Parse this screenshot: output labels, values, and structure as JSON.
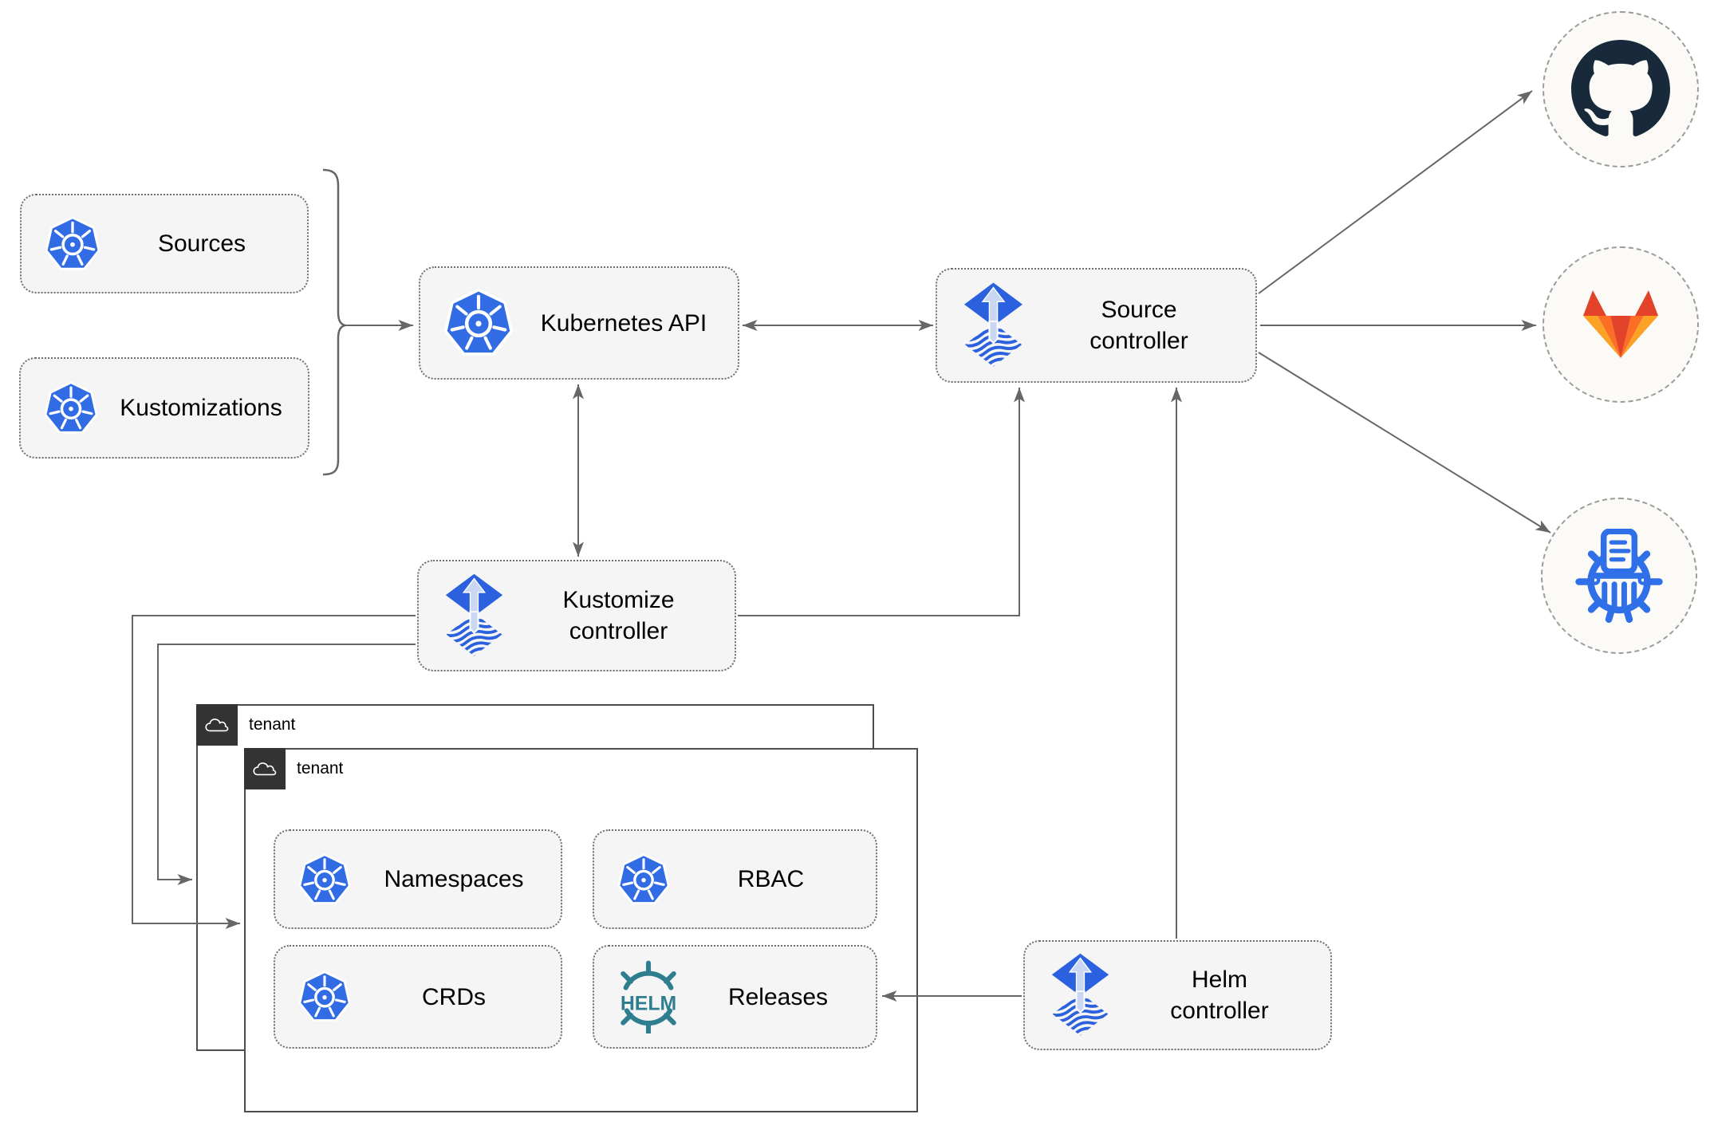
{
  "diagram": {
    "description": "Flux GitOps toolkit architecture diagram",
    "nodes": {
      "sources": {
        "label": "Sources",
        "icon": "kubernetes-logo"
      },
      "kustomizations": {
        "label": "Kustomizations",
        "icon": "kubernetes-logo"
      },
      "kubernetes_api": {
        "label": "Kubernetes API",
        "icon": "kubernetes-logo"
      },
      "source_controller": {
        "label": "Source\ncontroller",
        "icon": "flux-logo"
      },
      "kustomize_controller": {
        "label": "Kustomize\ncontroller",
        "icon": "flux-logo"
      },
      "helm_controller": {
        "label": "Helm\ncontroller",
        "icon": "flux-logo"
      },
      "tenant_back": {
        "label": "tenant",
        "icon": "cloud"
      },
      "tenant_front": {
        "label": "tenant",
        "icon": "cloud"
      },
      "namespaces": {
        "label": "Namespaces",
        "icon": "kubernetes-logo"
      },
      "rbac": {
        "label": "RBAC",
        "icon": "kubernetes-logo"
      },
      "crds": {
        "label": "CRDs",
        "icon": "kubernetes-logo"
      },
      "releases": {
        "label": "Releases",
        "icon": "helm-logo",
        "icon_text": "HELM"
      },
      "github": {
        "icon": "github-logo"
      },
      "gitlab": {
        "icon": "gitlab-logo"
      },
      "chartmuseum": {
        "icon": "chartmuseum-logo"
      }
    },
    "edges": [
      {
        "from": "sources+kustomizations",
        "to": "kubernetes_api",
        "style": "arrow"
      },
      {
        "from": "kubernetes_api",
        "to": "source_controller",
        "style": "double-arrow"
      },
      {
        "from": "kubernetes_api",
        "to": "kustomize_controller",
        "style": "double-arrow"
      },
      {
        "from": "kustomize_controller",
        "to": "source_controller",
        "style": "arrow"
      },
      {
        "from": "helm_controller",
        "to": "source_controller",
        "style": "arrow"
      },
      {
        "from": "helm_controller",
        "to": "releases",
        "style": "arrow"
      },
      {
        "from": "kustomize_controller",
        "to": "tenant_front",
        "style": "arrow"
      },
      {
        "from": "kustomize_controller",
        "to": "tenant_back",
        "style": "arrow"
      },
      {
        "from": "source_controller",
        "to": "github",
        "style": "arrow"
      },
      {
        "from": "source_controller",
        "to": "gitlab",
        "style": "arrow"
      },
      {
        "from": "source_controller",
        "to": "chartmuseum",
        "style": "arrow"
      }
    ],
    "colors": {
      "node_fill": "#f5f5f5",
      "node_border": "#6e6e6e",
      "tenant_border": "#4d4d4d",
      "tenant_tab": "#333333",
      "connector": "#666666",
      "kubernetes_blue": "#326ce5",
      "flux_blue": "#2b61de",
      "flux_arrow_light": "#c9d7f2",
      "helm_teal": "#2e7e8f",
      "chartmuseum_blue": "#2f6fe8",
      "github_dark": "#17293a",
      "gitlab_dark_orange": "#e24329",
      "gitlab_orange": "#fc6d26",
      "gitlab_light_orange": "#fca326"
    }
  }
}
